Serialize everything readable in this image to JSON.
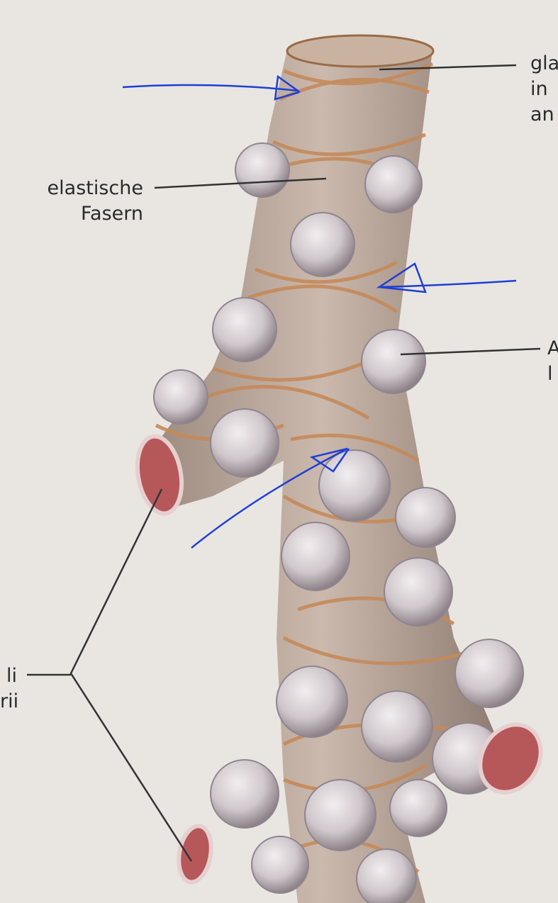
{
  "labels": {
    "top_right": [
      "gla",
      "in",
      "an"
    ],
    "elastic_fibers": [
      "elastische",
      "Fasern"
    ],
    "mid_right": [
      "A",
      "l"
    ],
    "bottom_left": [
      "li",
      "rii"
    ]
  },
  "colors": {
    "background": "#e9e6e1",
    "fiber": "#c58a5a",
    "tube": "#b9a79c",
    "alveolus": "#d8d2d3",
    "lumen": "#b6585a",
    "pen": "#1f3fd6",
    "leader": "#333333"
  }
}
